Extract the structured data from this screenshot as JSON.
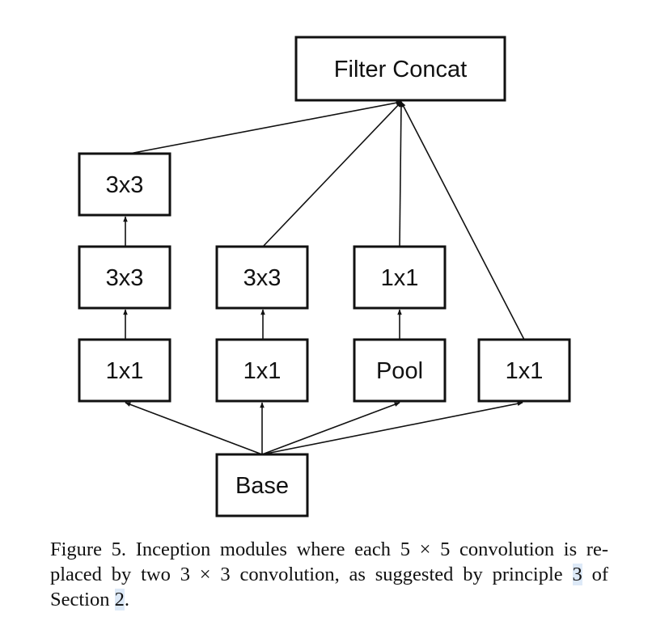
{
  "figure": {
    "nodes": [
      {
        "id": "concat",
        "label": "Filter Concat"
      },
      {
        "id": "a3",
        "label": "3x3"
      },
      {
        "id": "a2",
        "label": "3x3"
      },
      {
        "id": "a1",
        "label": "1x1"
      },
      {
        "id": "b2",
        "label": "3x3"
      },
      {
        "id": "b1",
        "label": "1x1"
      },
      {
        "id": "c2",
        "label": "1x1"
      },
      {
        "id": "c1",
        "label": "Pool"
      },
      {
        "id": "d1",
        "label": "1x1"
      },
      {
        "id": "base",
        "label": "Base"
      }
    ],
    "edges": [
      {
        "from": "base",
        "to": "a1"
      },
      {
        "from": "base",
        "to": "b1"
      },
      {
        "from": "base",
        "to": "c1"
      },
      {
        "from": "base",
        "to": "d1"
      },
      {
        "from": "a1",
        "to": "a2"
      },
      {
        "from": "a2",
        "to": "a3"
      },
      {
        "from": "b1",
        "to": "b2"
      },
      {
        "from": "c1",
        "to": "c2"
      },
      {
        "from": "a3",
        "to": "concat"
      },
      {
        "from": "b2",
        "to": "concat"
      },
      {
        "from": "c2",
        "to": "concat"
      },
      {
        "from": "d1",
        "to": "concat"
      }
    ]
  },
  "caption": {
    "part1": "Figure 5. Inception modules where each 5 × 5 convolution is re-placed by two 3 × 3 convolution, as suggested by principle ",
    "ref1": "3",
    "part2": " of Section ",
    "ref2": "2",
    "part3": "."
  }
}
